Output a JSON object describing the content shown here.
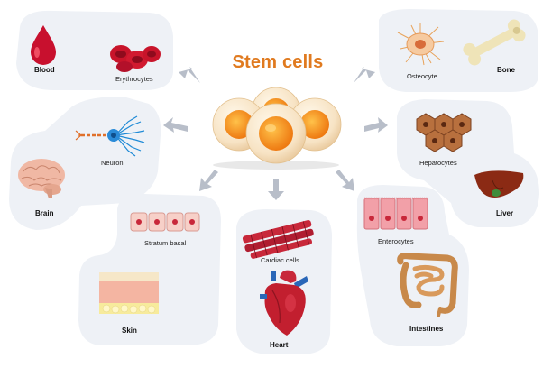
{
  "title": "Stem cells",
  "labels": {
    "blood": "Blood",
    "erythrocytes": "Erythrocytes",
    "osteocyte": "Osteocyte",
    "bone": "Bone",
    "neuron": "Neuron",
    "brain": "Brain",
    "hepatocytes": "Hepatocytes",
    "liver": "Liver",
    "stratum_basal": "Stratum basal",
    "skin": "Skin",
    "cardiac_cells": "Cardiac cells",
    "heart": "Heart",
    "enterocytes": "Enterocytes",
    "intestines": "Intestines"
  },
  "colors": {
    "title": "#e07a1f",
    "panel": "#eef1f6",
    "arrow": "#b8bec9",
    "blood": "#c8102e",
    "cell_yolk": "#f08a1c",
    "bone": "#efe4b8",
    "liver": "#8b2a14"
  }
}
